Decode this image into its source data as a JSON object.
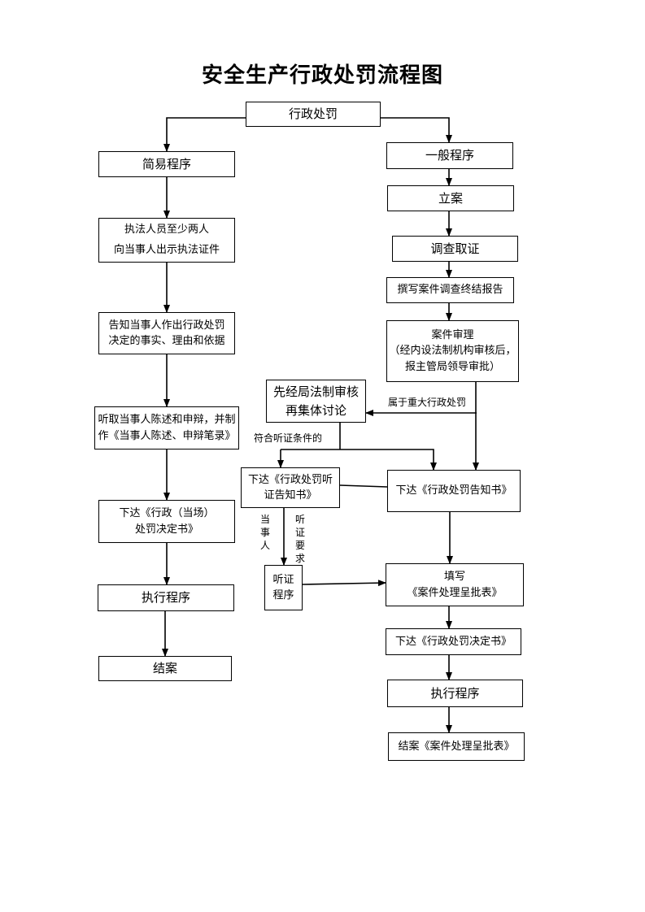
{
  "title": "安全生产行政处罚流程图",
  "nodes": {
    "root": "行政处罚",
    "simple": "简易程序",
    "s1_l1": "执法人员至少两人",
    "s1_l2": "向当事人出示执法证件",
    "s2_l1": "告知当事人作出行政处罚",
    "s2_l2": "决定的事实、理由和依据",
    "s3_l1": "听取当事人陈述和申辩，并制",
    "s3_l2": "作《当事人陈述、申辩笔录》",
    "s4_l1": "下达《行政（当场）",
    "s4_l2": "处罚决定书》",
    "s5": "执行程序",
    "s6": "结案",
    "general": "一般程序",
    "g1": "立案",
    "g2": "调查取证",
    "g3": "撰写案件调查终结报告",
    "g4_l1": "案件审理",
    "g4_l2": "（经内设法制机构审核后，",
    "g4_l3": "报主管局领导审批）",
    "review_l1": "先经局法制审核",
    "review_l2": "再集体讨论",
    "notice_hearing_l1": "下达《行政处罚听",
    "notice_hearing_l2": "证告知书》",
    "notice": "下达《行政处罚告知书》",
    "hearing_l1": "听证",
    "hearing_l2": "程序",
    "fill_l1": "填写",
    "fill_l2": "《案件处理呈批表》",
    "decision": "下达《行政处罚决定书》",
    "g_exec": "执行程序",
    "g_close": "结案《案件处理呈批表》"
  },
  "labels": {
    "major": "属于重大行政处罚",
    "hearing_cond": "符合听证条件的",
    "party": "当事人",
    "request": "听证要求"
  }
}
